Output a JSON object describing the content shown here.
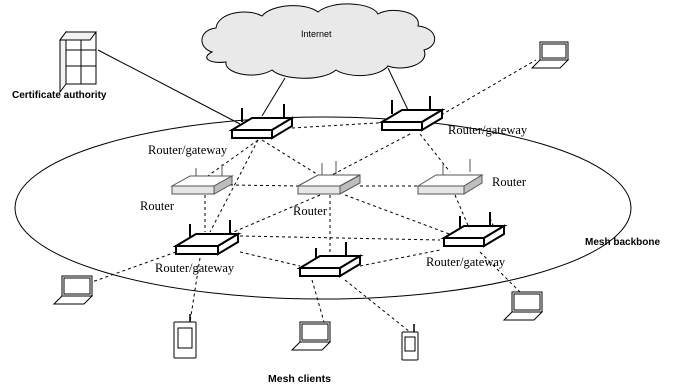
{
  "labels": {
    "internet": "Internet",
    "certificate_authority": "Certificate authority",
    "mesh_backbone": "Mesh backbone",
    "mesh_clients": "Mesh clients"
  },
  "routers": [
    {
      "id": "gw-top-left",
      "label": "Router/gateway",
      "kind": "gateway"
    },
    {
      "id": "gw-top-right",
      "label": "Router/gateway",
      "kind": "gateway"
    },
    {
      "id": "r-left",
      "label": "Router",
      "kind": "router"
    },
    {
      "id": "r-center",
      "label": "Router",
      "kind": "router"
    },
    {
      "id": "r-right",
      "label": "Router",
      "kind": "router"
    },
    {
      "id": "gw-bottom-left",
      "label": "Router/gateway",
      "kind": "gateway"
    },
    {
      "id": "gw-bottom-right",
      "label": "Router/gateway",
      "kind": "gateway"
    },
    {
      "id": "gw-bottom-center",
      "label": "",
      "kind": "gateway"
    }
  ],
  "client_devices": [
    {
      "id": "laptop-top-right",
      "type": "laptop"
    },
    {
      "id": "laptop-left",
      "type": "laptop"
    },
    {
      "id": "laptop-bottom-center",
      "type": "laptop"
    },
    {
      "id": "laptop-bottom-right",
      "type": "laptop"
    },
    {
      "id": "phone-left",
      "type": "phone"
    },
    {
      "id": "phone-center",
      "type": "phone"
    }
  ],
  "links": {
    "solid": [
      "internet-gw-top-left",
      "internet-gw-top-right",
      "certificate-authority-gw-top-left"
    ],
    "dashed": "wireless mesh links"
  }
}
